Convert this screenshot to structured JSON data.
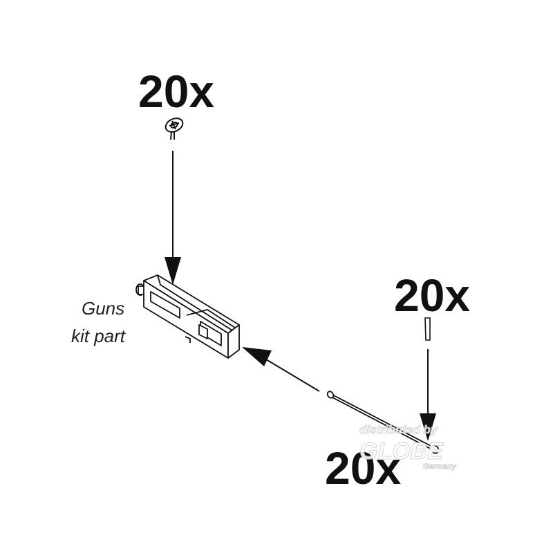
{
  "quantities": {
    "sight": "20x",
    "tip": "20x",
    "barrel": "20x"
  },
  "labels": {
    "guns_line1": "Guns",
    "guns_line2": "kit part"
  },
  "watermark": {
    "line1": "distributed by",
    "line2": "GLOBE",
    "line3": "Germany"
  },
  "colors": {
    "ink": "#111111",
    "watermark": "#cfcfcf"
  }
}
